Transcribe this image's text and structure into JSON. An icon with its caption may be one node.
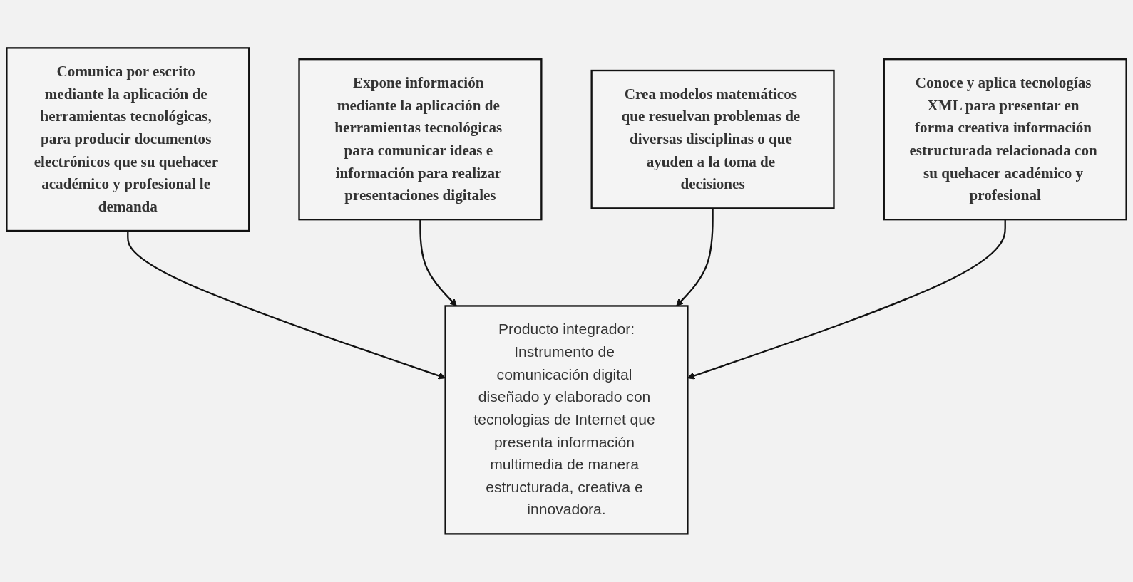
{
  "diagram": {
    "nodes": [
      {
        "text": [
          "Comunica por escrito mediante la aplicación de herramientas tecnológicas, para producir documentos electrónicos que su quehacer académico y profesional le demanda"
        ]
      },
      {
        "text": [
          "Expone información mediante la aplicación de herramientas tecnológicas para comunicar ideas e información para realizar presentaciones digitales"
        ]
      },
      {
        "text": [
          "Crea modelos matemáticos que resuelvan problemas de diversas disciplinas o que ayuden a la toma de decisiones"
        ]
      },
      {
        "text": [
          "Conoce y aplica tecnologías XML para presentar en forma creativa información estructurada relacionada con su quehacer académico y profesional"
        ]
      },
      {
        "text": [
          "Producto integrador:",
          "Instrumento de comunicación digital diseñado y elaborado con tecnologias de Internet que presenta información multimedia de manera estructurada, creativa e innovadora."
        ]
      }
    ],
    "edges": [
      {
        "from": 0,
        "to": 4,
        "arrow": "to"
      },
      {
        "from": 1,
        "to": 4,
        "arrow": "to"
      },
      {
        "from": 2,
        "to": 4,
        "arrow": "to"
      },
      {
        "from": 3,
        "to": 4,
        "arrow": "to"
      }
    ]
  }
}
